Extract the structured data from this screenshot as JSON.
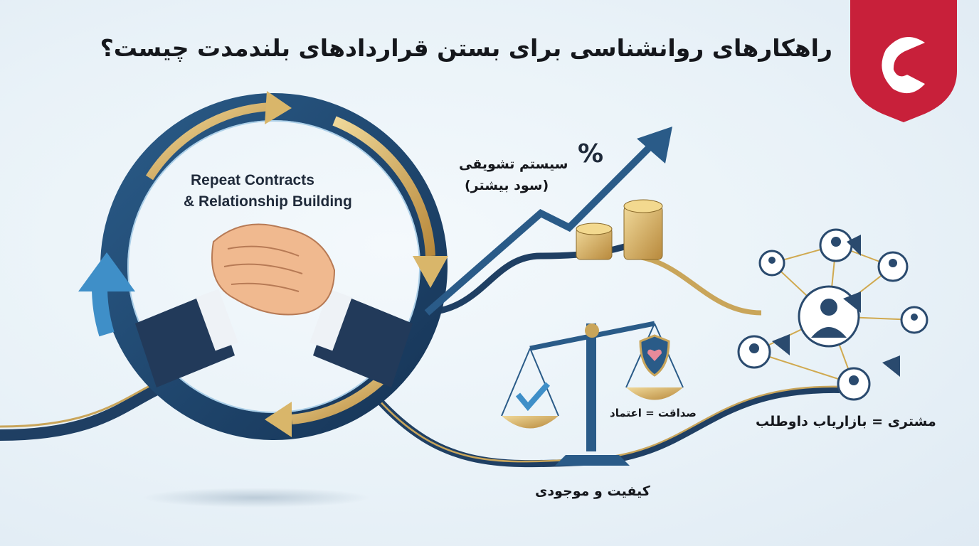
{
  "title": "راهکارهای روانشناسی برای بستن قراردادهای بلندمدت چیست؟",
  "center_label": {
    "line1": "Repeat Contracts",
    "line2": "& Relationship Building"
  },
  "labels": {
    "incentive": "سیستم تشویقی",
    "incentive_sub": "(سود بیشتر)",
    "percent": "%",
    "honesty": "صداقت = اعتماد",
    "customer": "مشتری = بازاریاب داوطلب",
    "quality": "کیفیت و موجودی"
  },
  "colors": {
    "brand": "#c8203a",
    "navy": "#1f3f63",
    "gold": "#c9a55a",
    "sky": "#3f8fc8"
  }
}
